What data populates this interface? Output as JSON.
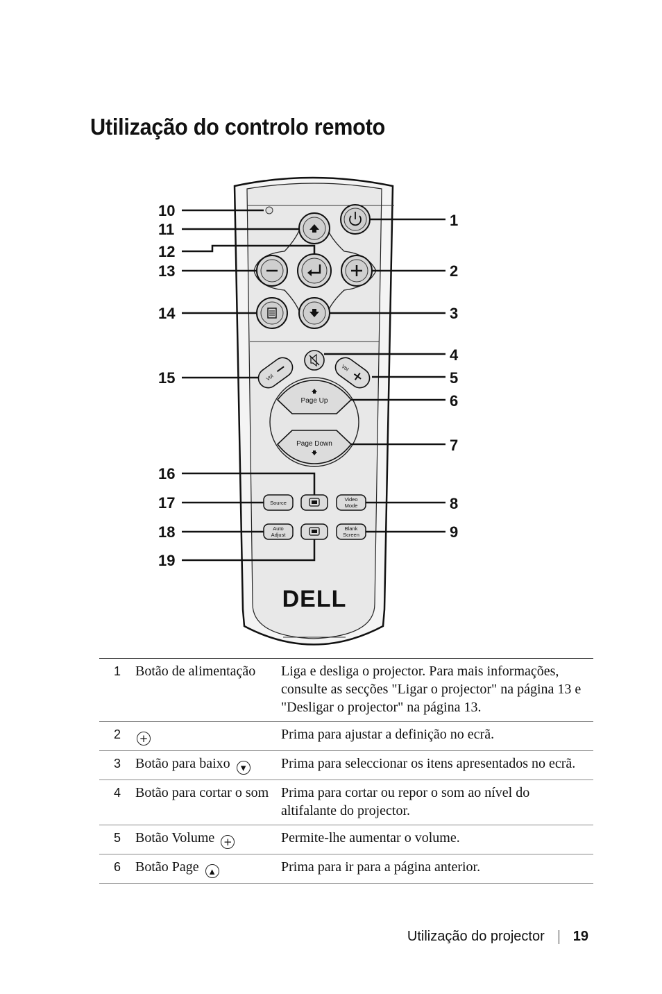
{
  "page_title": "Utilização do controlo remoto",
  "remote": {
    "brand": "DELL",
    "buttons": {
      "vol_left": "Vol",
      "vol_right": "Vol",
      "page_up": "Page Up",
      "page_down": "Page Down",
      "source": "Source",
      "video_mode_1": "Video",
      "video_mode_2": "Mode",
      "auto_adjust_1": "Auto",
      "auto_adjust_2": "Adjust",
      "blank_screen_1": "Blank",
      "blank_screen_2": "Screen"
    },
    "callouts_left": [
      "10",
      "11",
      "12",
      "13",
      "14",
      "15",
      "16",
      "17",
      "18",
      "19"
    ],
    "callouts_right": [
      "1",
      "2",
      "3",
      "4",
      "5",
      "6",
      "7",
      "8",
      "9"
    ]
  },
  "table": {
    "rows": [
      {
        "num": "1",
        "name": "Botão de alimentação",
        "icon": "",
        "desc": "Liga e desliga o projector. Para mais informações, consulte as secções \"Ligar o projector\" na página 13 e \"Desligar o projector\" na página 13."
      },
      {
        "num": "2",
        "name": "",
        "icon": "plus-circle-icon",
        "desc": "Prima para ajustar a definição no ecrã."
      },
      {
        "num": "3",
        "name": "Botão para baixo",
        "icon": "down-arrow-circle-icon",
        "desc": "Prima para seleccionar os itens apresentados no ecrã."
      },
      {
        "num": "4",
        "name": "Botão para cortar o som",
        "icon": "",
        "desc": "Prima para cortar ou repor o som ao nível do altifalante do projector."
      },
      {
        "num": "5",
        "name": "Botão Volume",
        "icon": "plus-circle-icon",
        "desc": "Permite-lhe aumentar o volume."
      },
      {
        "num": "6",
        "name": "Botão Page",
        "icon": "up-arrow-circle-icon",
        "desc": "Prima para ir para a página anterior."
      }
    ]
  },
  "footer": {
    "section": "Utilização do projector",
    "page_number": "19"
  }
}
